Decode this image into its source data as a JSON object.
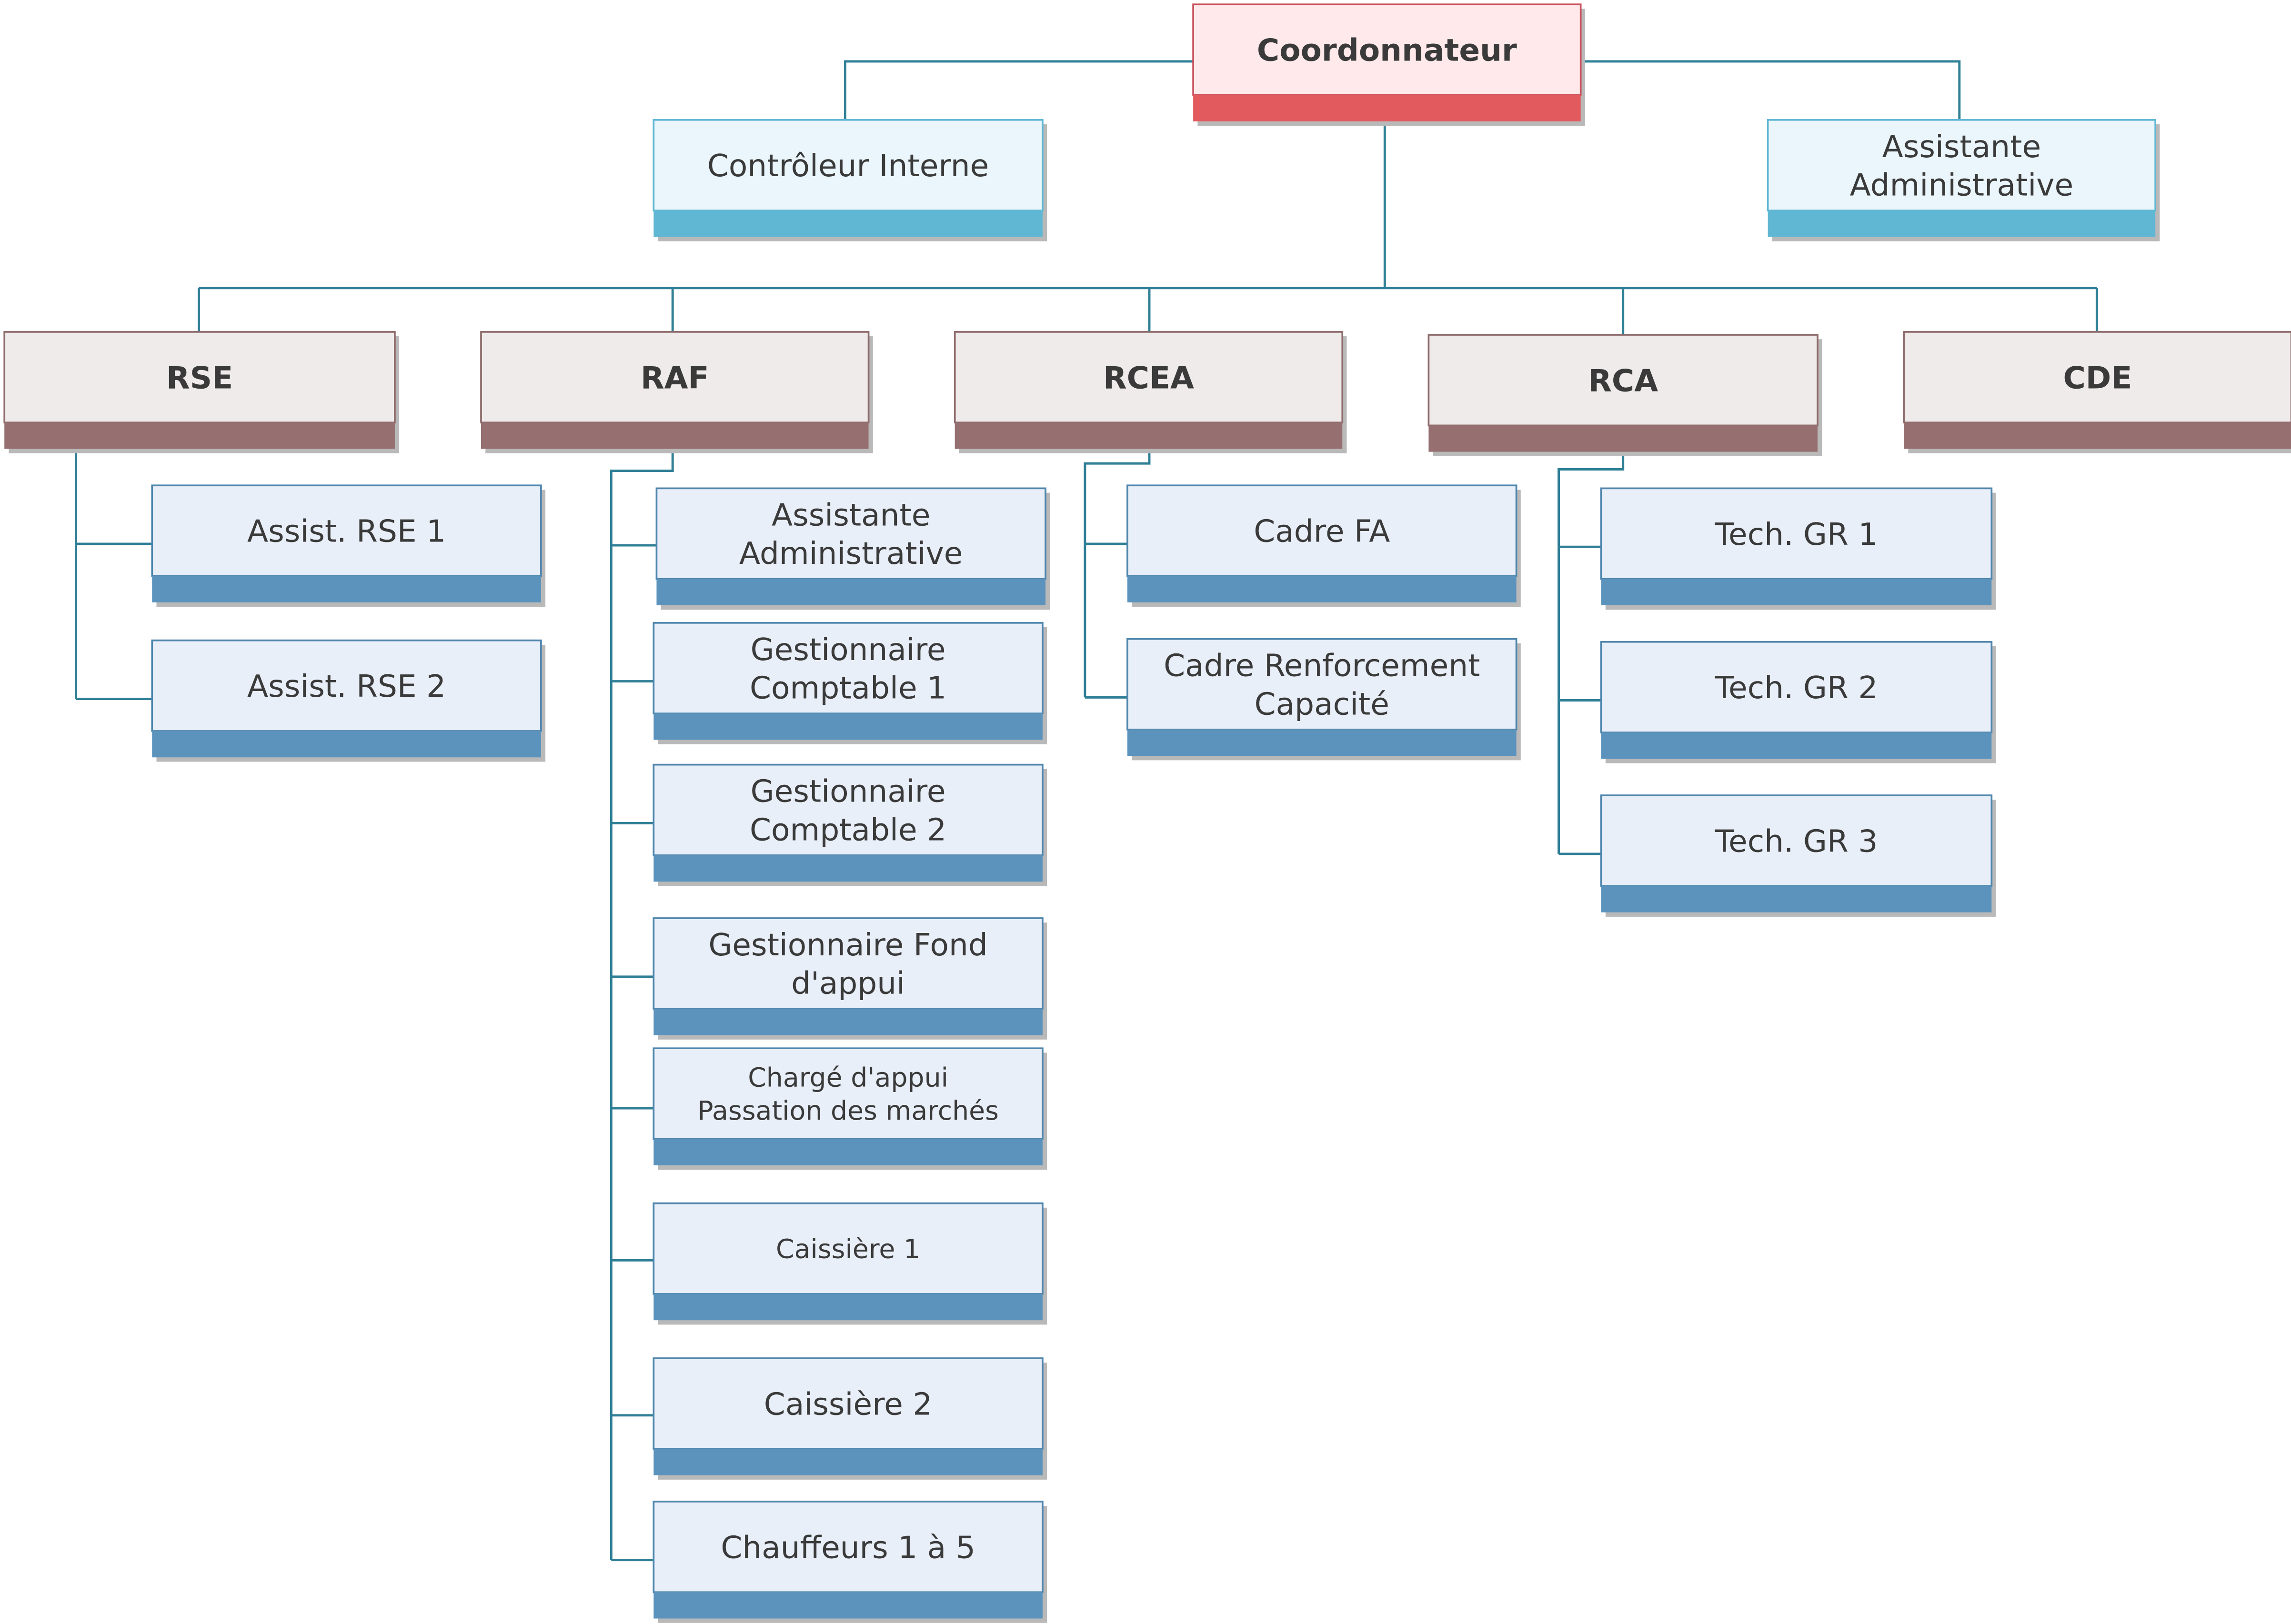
{
  "colors": {
    "connector": "#2f7f96",
    "top_fill": "#ffe9ea",
    "top_border": "#c9505a",
    "top_bar": "#e25a5e",
    "light_fill": "#eaf6fb",
    "light_border": "#5fb7d4",
    "light_bar": "#5fb7d4",
    "head_fill": "#efebeb",
    "head_border": "#8e6a6a",
    "head_bar": "#966f70",
    "child_fill": "#e9eff8",
    "child_border": "#4f86ad",
    "child_bar": "#5b93bd",
    "shadow": "#b9b9b9"
  },
  "nodes": {
    "coordonnateur": [
      "Coordonnateur"
    ],
    "controleur": [
      "Contrôleur Interne"
    ],
    "assistante_coord": [
      "Assistante",
      "Administrative"
    ],
    "rse": [
      "RSE"
    ],
    "raf": [
      "RAF"
    ],
    "rcea": [
      "RCEA"
    ],
    "rca": [
      "RCA"
    ],
    "cde": [
      "CDE"
    ],
    "assist_rse_1": [
      "Assist. RSE 1"
    ],
    "assist_rse_2": [
      "Assist. RSE 2"
    ],
    "raf_assistante": [
      "Assistante",
      "Administrative"
    ],
    "gest_comptable_1": [
      "Gestionnaire",
      "Comptable 1"
    ],
    "gest_comptable_2": [
      "Gestionnaire",
      "Comptable 2"
    ],
    "gest_fond": [
      "Gestionnaire Fond",
      "d'appui"
    ],
    "charge_appui": [
      "Chargé d'appui",
      "Passation des marchés"
    ],
    "caissiere_1": [
      "Caissière 1"
    ],
    "caissiere_2": [
      "Caissière 2"
    ],
    "chauffeurs": [
      "Chauffeurs 1 à 5"
    ],
    "cadre_fa": [
      "Cadre FA"
    ],
    "cadre_renf": [
      "Cadre Renforcement",
      "Capacité"
    ],
    "tech_gr_1": [
      "Tech. GR 1"
    ],
    "tech_gr_2": [
      "Tech. GR 2"
    ],
    "tech_gr_3": [
      "Tech. GR 3"
    ]
  }
}
